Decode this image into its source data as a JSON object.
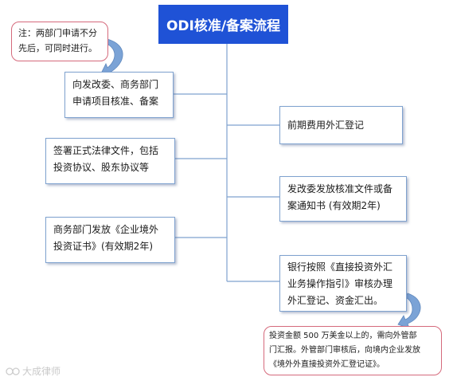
{
  "title": "ODI核准/备案流程",
  "note_top": {
    "lines": [
      "注：两部门申请不分",
      "先后，可同时进行。"
    ]
  },
  "left_steps": [
    {
      "lines": [
        "向发改委、商务部门",
        "申请项目核准、备案"
      ]
    },
    {
      "lines": [
        "签署正式法律文件，包括",
        "投资协议、股东协议等"
      ]
    },
    {
      "lines": [
        "商务部门发放《企业境外",
        "投资证书》(有效期2年)"
      ]
    }
  ],
  "right_steps": [
    {
      "lines": [
        "前期费用外汇登记"
      ]
    },
    {
      "lines": [
        "发改委发放核准文件或备",
        "案通知书 (有效期2年)"
      ]
    },
    {
      "lines": [
        "银行按照《直接投资外汇",
        "业务操作指引》审核办理",
        "外汇登记、资金汇出。"
      ]
    }
  ],
  "note_bottom": {
    "lines": [
      "投资金额 500 万美金以上的，需向外管部",
      "门汇报。外管部门审核后，向境内企业发放",
      "《境外外直接投资外汇登记证》。"
    ]
  },
  "watermark": "大成律师",
  "colors": {
    "title_bg": "#1f52d6",
    "title_text": "#ffffff",
    "connector": "#7fa2cf",
    "box_border": "#7fa2cf",
    "note_border": "#d56a7c",
    "arrow_fill": "#7ba3d6"
  }
}
